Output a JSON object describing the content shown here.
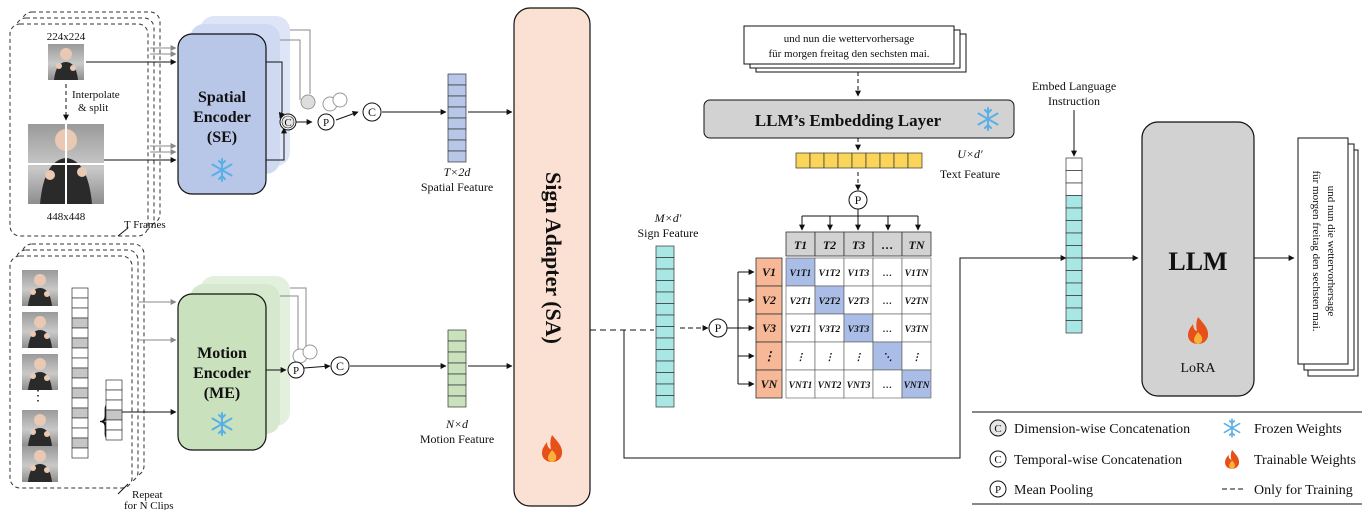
{
  "inputs": {
    "res_small": "224x224",
    "res_large": "448x448",
    "interp_line1": "Interpolate",
    "interp_line2": "& split",
    "t_frames": "T Frames",
    "repeat_line1": "Repeat",
    "repeat_line2": "for N Clips"
  },
  "spatial_encoder": {
    "line1": "Spatial",
    "line2": "Encoder",
    "line3": "(SE)"
  },
  "motion_encoder": {
    "line1": "Motion",
    "line2": "Encoder",
    "line3": "(ME)"
  },
  "spatial_feature": {
    "dim": "T×2d",
    "label": "Spatial Feature"
  },
  "motion_feature": {
    "dim": "N×d",
    "label": "Motion Feature"
  },
  "sign_adapter": {
    "label": "Sign Adapter (SA)"
  },
  "sign_feature": {
    "dim": "M×d′",
    "label": "Sign Feature"
  },
  "text_input": {
    "line1": "und nun die wettervorhersage",
    "line2": "für morgen freitag den sechsten mai."
  },
  "embedding_layer": {
    "label": "LLM’s Embedding Layer"
  },
  "text_feature": {
    "dim": "U×d′",
    "label": "Text Feature"
  },
  "matrix": {
    "col_headers": [
      "T1",
      "T2",
      "T3",
      "…",
      "TN"
    ],
    "row_headers": [
      "V1",
      "V2",
      "V3",
      "⋮",
      "VN"
    ],
    "rows": [
      [
        "V1T1",
        "V1T2",
        "V1T3",
        "…",
        "V1TN"
      ],
      [
        "V2T1",
        "V2T2",
        "V2T3",
        "…",
        "V2TN"
      ],
      [
        "V2T1",
        "V3T2",
        "V3T3",
        "…",
        "V3TN"
      ],
      [
        "⋮",
        "⋮",
        "⋮",
        "⋱",
        "⋮"
      ],
      [
        "VNT1",
        "VNT2",
        "VNT3",
        "…",
        "VNTN"
      ]
    ]
  },
  "embed_instruction": {
    "line1": "Embed Language",
    "line2": "Instruction"
  },
  "llm": {
    "label": "LLM",
    "lora": "LoRA"
  },
  "output_text": {
    "line1": "und nun die wettervorhersage",
    "line2": "für morgen freitag den sechsten mai."
  },
  "symbols": {
    "concat": "C",
    "pool": "P"
  },
  "legend": {
    "dim_concat": "Dimension-wise Concatenation",
    "temp_concat": "Temporal-wise Concatenation",
    "mean_pooling": "Mean Pooling",
    "frozen": "Frozen Weights",
    "trainable": "Trainable Weights",
    "training_only": "Only for Training"
  },
  "colors": {
    "spatial_blue": "#b8c6e8",
    "motion_green": "#c9e2bd",
    "adapter_peach": "#fbe1d3",
    "sign_teal": "#a9e7e4",
    "text_yellow": "#fbd55a",
    "row_orange": "#f6b896",
    "diag_blue": "#a9bde6",
    "gray_box": "#d2d2d2",
    "fire_orange": "#e8501a",
    "snow_blue": "#5ab0e6"
  }
}
